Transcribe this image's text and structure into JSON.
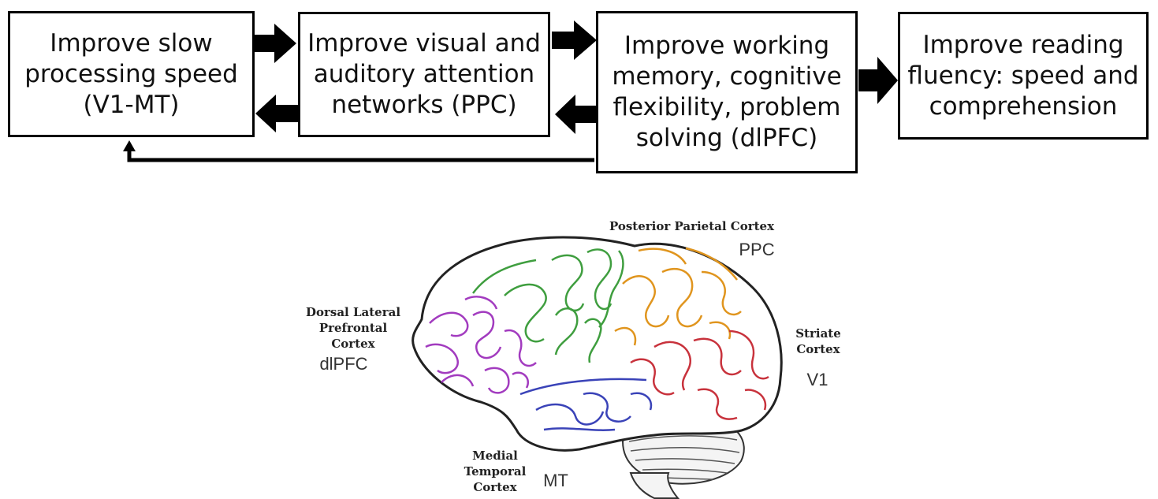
{
  "flow": {
    "box1": {
      "lines": [
        "Improve slow",
        "processing speed",
        "(V1-MT)"
      ]
    },
    "box2": {
      "lines": [
        "Improve visual and",
        "auditory attention",
        "networks (PPC)"
      ]
    },
    "box3": {
      "lines": [
        "Improve working",
        "memory, cognitive",
        "flexibility, problem",
        "solving  (dlPFC)"
      ]
    },
    "box4": {
      "lines": [
        "Improve reading",
        "fluency: speed and",
        "comprehension"
      ]
    }
  },
  "brain": {
    "ppc_name": "Posterior Parietal Cortex",
    "ppc_abbr": "PPC",
    "dlpfc_name": [
      "Dorsal Lateral",
      "Prefrontal",
      "Cortex"
    ],
    "dlpfc_abbr": "dlPFC",
    "v1_name": [
      "Striate",
      "Cortex"
    ],
    "v1_abbr": "V1",
    "mt_name": [
      "Medial",
      "Temporal",
      "Cortex"
    ],
    "mt_abbr": "MT",
    "region_colors": {
      "frontal": "#a23bbf",
      "motor": "#3f9e3f",
      "parietal": "#e0951e",
      "occipital": "#c8323c",
      "temporal": "#3a43b8",
      "cerebellum": "#555555"
    }
  }
}
